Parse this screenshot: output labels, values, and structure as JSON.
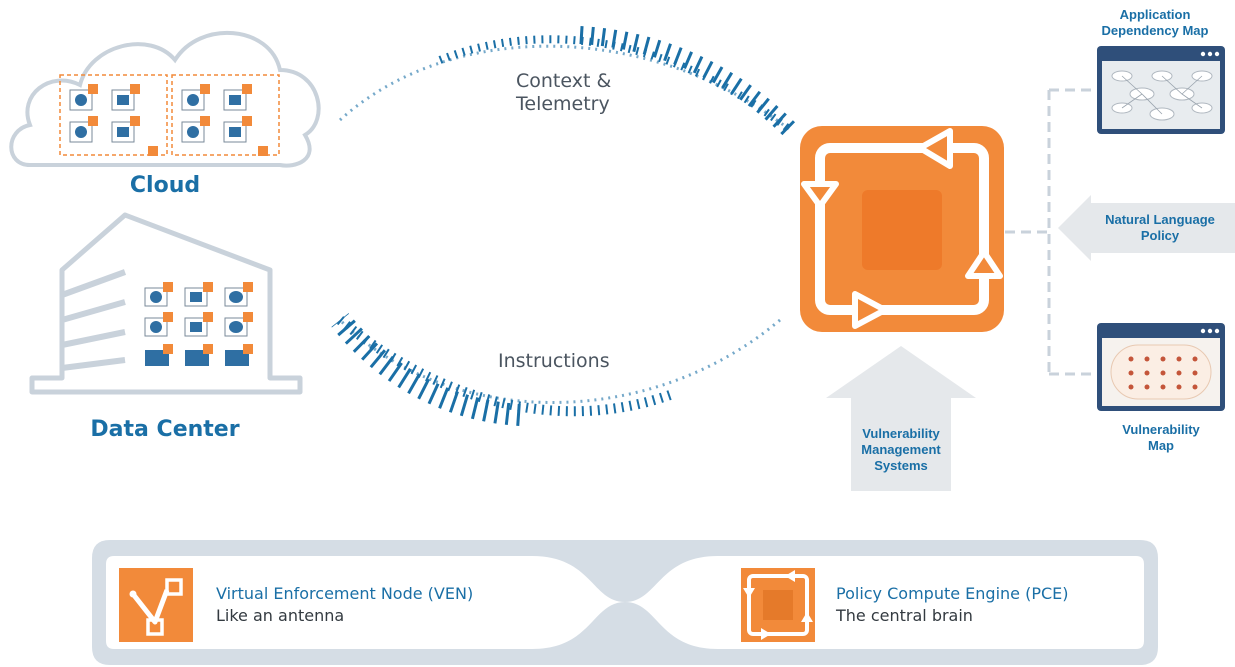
{
  "left": {
    "cloud_label": "Cloud",
    "datacenter_label": "Data Center"
  },
  "flows": {
    "top_label_line1": "Context &",
    "top_label_line2": "Telemetry",
    "bottom_label": "Instructions"
  },
  "right": {
    "app_dependency_line1": "Application",
    "app_dependency_line2": "Dependency Map",
    "natural_language_line1": "Natural Language",
    "natural_language_line2": "Policy",
    "vulnerability_map_line1": "Vulnerability",
    "vulnerability_map_line2": "Map",
    "vuln_mgmt_line1": "Vulnerability",
    "vuln_mgmt_line2": "Management",
    "vuln_mgmt_line3": "Systems"
  },
  "legend": {
    "ven_title": "Virtual Enforcement Node (VEN)",
    "ven_subtitle": "Like an antenna",
    "pce_title": "Policy Compute Engine (PCE)",
    "pce_subtitle": "The central brain"
  },
  "colors": {
    "orange": "#f28a3a",
    "blue": "#1a6fa6",
    "light_gray": "#d5dde5",
    "arrow_gray": "#e5e8eb"
  }
}
